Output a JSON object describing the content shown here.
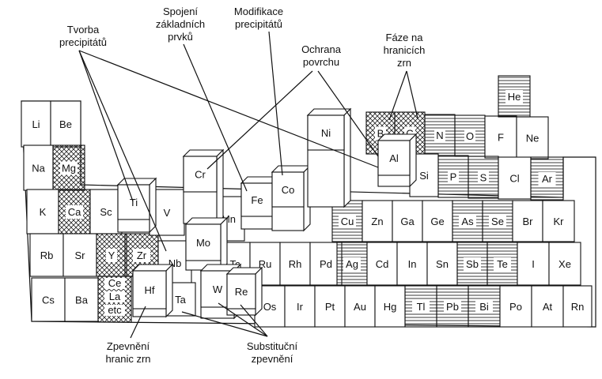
{
  "colors": {
    "line": "#111111",
    "face": "#ffffff",
    "side": "#ffffff",
    "hatch_color": "#222222",
    "fill_styles": [
      "plain",
      "crosshatch",
      "horizontal-lines"
    ]
  },
  "labels": {
    "tvorba": [
      "Tvorba",
      "precipitátů"
    ],
    "spojeni": [
      "Spojení",
      "základních",
      "prvků"
    ],
    "modifikace": [
      "Modifikace",
      "precipitátů"
    ],
    "ochrana": [
      "Ochrana",
      "povrchu"
    ],
    "faze": [
      "Fáze na",
      "hranicích",
      "zrn"
    ],
    "zpevneni": [
      "Zpevnění",
      "hranic zrn"
    ],
    "substitucni": [
      "Substituční",
      "zpevnění"
    ]
  },
  "elements": [
    {
      "sym": "Li",
      "fill": "plain"
    },
    {
      "sym": "Be",
      "fill": "plain"
    },
    {
      "sym": "B",
      "fill": "crosshatch"
    },
    {
      "sym": "C",
      "fill": "crosshatch"
    },
    {
      "sym": "N",
      "fill": "horizontal-lines"
    },
    {
      "sym": "O",
      "fill": "horizontal-lines"
    },
    {
      "sym": "F",
      "fill": "plain"
    },
    {
      "sym": "Ne",
      "fill": "plain"
    },
    {
      "sym": "He",
      "fill": "horizontal-lines"
    },
    {
      "sym": "Na",
      "fill": "plain"
    },
    {
      "sym": "Mg",
      "fill": "crosshatch"
    },
    {
      "sym": "Al",
      "fill": "plain"
    },
    {
      "sym": "Si",
      "fill": "plain"
    },
    {
      "sym": "P",
      "fill": "horizontal-lines"
    },
    {
      "sym": "S",
      "fill": "horizontal-lines"
    },
    {
      "sym": "Cl",
      "fill": "plain"
    },
    {
      "sym": "Ar",
      "fill": "horizontal-lines"
    },
    {
      "sym": "K",
      "fill": "plain"
    },
    {
      "sym": "Ca",
      "fill": "crosshatch"
    },
    {
      "sym": "Sc",
      "fill": "plain"
    },
    {
      "sym": "Ti",
      "fill": "plain"
    },
    {
      "sym": "V",
      "fill": "plain"
    },
    {
      "sym": "Cr",
      "fill": "plain"
    },
    {
      "sym": "Mn",
      "fill": "plain"
    },
    {
      "sym": "Fe",
      "fill": "plain"
    },
    {
      "sym": "Co",
      "fill": "plain"
    },
    {
      "sym": "Ni",
      "fill": "plain"
    },
    {
      "sym": "Cu",
      "fill": "horizontal-lines"
    },
    {
      "sym": "Zn",
      "fill": "plain"
    },
    {
      "sym": "Ga",
      "fill": "plain"
    },
    {
      "sym": "Ge",
      "fill": "plain"
    },
    {
      "sym": "As",
      "fill": "horizontal-lines"
    },
    {
      "sym": "Se",
      "fill": "horizontal-lines"
    },
    {
      "sym": "Br",
      "fill": "plain"
    },
    {
      "sym": "Kr",
      "fill": "plain"
    },
    {
      "sym": "Rb",
      "fill": "plain"
    },
    {
      "sym": "Sr",
      "fill": "plain"
    },
    {
      "sym": "Y",
      "fill": "crosshatch"
    },
    {
      "sym": "Zr",
      "fill": "crosshatch"
    },
    {
      "sym": "Nb",
      "fill": "plain"
    },
    {
      "sym": "Mo",
      "fill": "plain"
    },
    {
      "sym": "Tc",
      "fill": "plain"
    },
    {
      "sym": "Ru",
      "fill": "plain"
    },
    {
      "sym": "Rh",
      "fill": "plain"
    },
    {
      "sym": "Pd",
      "fill": "plain"
    },
    {
      "sym": "Ag",
      "fill": "horizontal-lines"
    },
    {
      "sym": "Cd",
      "fill": "plain"
    },
    {
      "sym": "In",
      "fill": "plain"
    },
    {
      "sym": "Sn",
      "fill": "plain"
    },
    {
      "sym": "Sb",
      "fill": "horizontal-lines"
    },
    {
      "sym": "Te",
      "fill": "horizontal-lines"
    },
    {
      "sym": "I",
      "fill": "plain"
    },
    {
      "sym": "Xe",
      "fill": "plain"
    },
    {
      "sym": "Cs",
      "fill": "plain"
    },
    {
      "sym": "Ba",
      "fill": "plain"
    },
    {
      "sym": "Ce",
      "fill": "crosshatch"
    },
    {
      "sym": "La",
      "fill": "crosshatch"
    },
    {
      "sym": "etc",
      "fill": "crosshatch"
    },
    {
      "sym": "Hf",
      "fill": "plain"
    },
    {
      "sym": "Ta",
      "fill": "plain"
    },
    {
      "sym": "W",
      "fill": "plain"
    },
    {
      "sym": "Re",
      "fill": "plain"
    },
    {
      "sym": "Os",
      "fill": "plain"
    },
    {
      "sym": "Ir",
      "fill": "plain"
    },
    {
      "sym": "Pt",
      "fill": "plain"
    },
    {
      "sym": "Au",
      "fill": "plain"
    },
    {
      "sym": "Hg",
      "fill": "plain"
    },
    {
      "sym": "Tl",
      "fill": "horizontal-lines"
    },
    {
      "sym": "Pb",
      "fill": "horizontal-lines"
    },
    {
      "sym": "Bi",
      "fill": "horizontal-lines"
    },
    {
      "sym": "Po",
      "fill": "plain"
    },
    {
      "sym": "At",
      "fill": "plain"
    },
    {
      "sym": "Rn",
      "fill": "plain"
    }
  ]
}
